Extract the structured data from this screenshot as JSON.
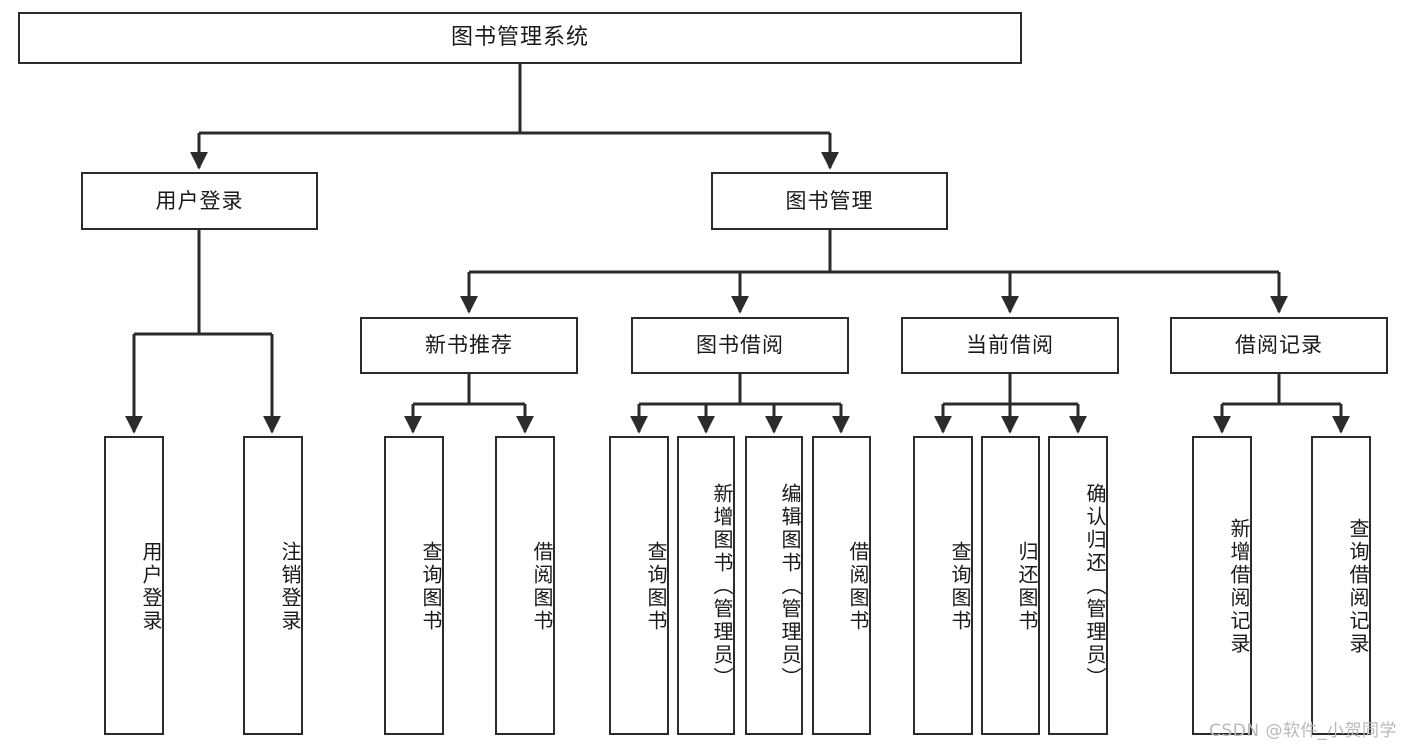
{
  "diagram": {
    "title": "图书管理系统",
    "type": "tree",
    "watermark": "CSDN @软件_小贺同学",
    "colors": {
      "box_border": "#2b2b2b",
      "box_fill": "#ffffff",
      "edge": "#2b2b2b",
      "background": "#ffffff",
      "watermark_text": "#b9b9b9"
    },
    "levels": {
      "level0": "root",
      "level1": "modules",
      "level2": "submodules",
      "level3": "functions"
    }
  },
  "nodes": {
    "root": {
      "label": "图书管理系统",
      "orientation": "horizontal"
    },
    "level1": [
      {
        "id": "user-login",
        "label": "用户登录",
        "orientation": "horizontal"
      },
      {
        "id": "book-manage",
        "label": "图书管理",
        "orientation": "horizontal"
      }
    ],
    "level2": [
      {
        "id": "new-book-recommend",
        "label": "新书推荐",
        "orientation": "horizontal",
        "parent": "book-manage"
      },
      {
        "id": "book-borrow",
        "label": "图书借阅",
        "orientation": "horizontal",
        "parent": "book-manage"
      },
      {
        "id": "current-borrow",
        "label": "当前借阅",
        "orientation": "horizontal",
        "parent": "book-manage"
      },
      {
        "id": "borrow-record",
        "label": "借阅记录",
        "orientation": "horizontal",
        "parent": "book-manage"
      }
    ],
    "leaves": {
      "user_login": [
        {
          "id": "leaf-user-login",
          "label": "用户登录"
        },
        {
          "id": "leaf-user-logout",
          "label": "注销登录"
        }
      ],
      "new_book_recommend": [
        {
          "id": "leaf-query-book-1",
          "label": "查询图书"
        },
        {
          "id": "leaf-borrow-book-1",
          "label": "借阅图书"
        }
      ],
      "book_borrow": [
        {
          "id": "leaf-query-book-2",
          "label": "查询图书"
        },
        {
          "id": "leaf-add-book",
          "label": "新增图书（管理员）"
        },
        {
          "id": "leaf-edit-book",
          "label": "编辑图书（管理员）"
        },
        {
          "id": "leaf-borrow-book-2",
          "label": "借阅图书"
        }
      ],
      "current_borrow": [
        {
          "id": "leaf-query-book-3",
          "label": "查询图书"
        },
        {
          "id": "leaf-return-book",
          "label": "归还图书"
        },
        {
          "id": "leaf-confirm-return",
          "label": "确认归还（管理员）"
        }
      ],
      "borrow_record": [
        {
          "id": "leaf-add-record",
          "label": "新增借阅记录"
        },
        {
          "id": "leaf-query-record",
          "label": "查询借阅记录"
        }
      ]
    }
  }
}
